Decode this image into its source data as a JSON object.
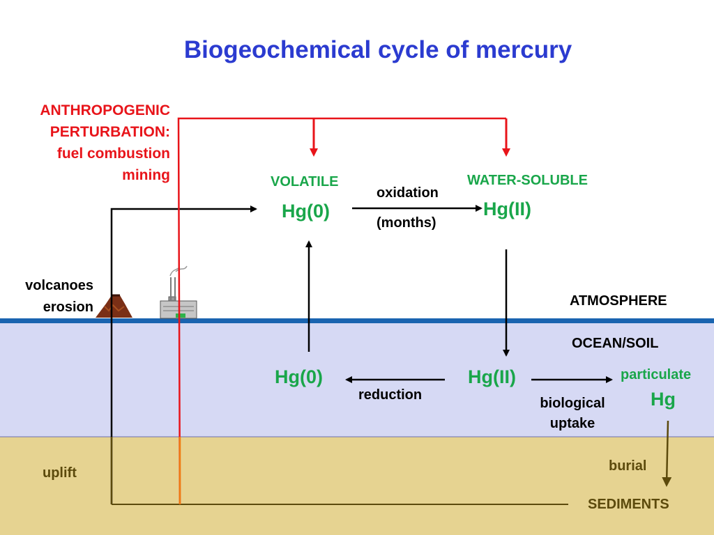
{
  "title": "Biogeochemical cycle of mercury",
  "anthropogenic": {
    "line1": "ANTHROPOGENIC",
    "line2": "PERTURBATION:",
    "line3": "fuel combustion",
    "line4": "mining"
  },
  "sources": {
    "line1": "volcanoes",
    "line2": "erosion"
  },
  "atmosphere": {
    "label": "ATMOSPHERE",
    "volatile_label": "VOLATILE",
    "volatile_species": "Hg(0)",
    "soluble_label": "WATER-SOLUBLE",
    "soluble_species": "Hg(II)",
    "oxidation": "oxidation",
    "oxidation_time": "(months)"
  },
  "ocean": {
    "label": "OCEAN/SOIL",
    "hg0": "Hg(0)",
    "hg2": "Hg(II)",
    "reduction": "reduction",
    "bio1": "biological",
    "bio2": "uptake",
    "particulate": "particulate",
    "particulate_hg": "Hg"
  },
  "sediments": {
    "label": "SEDIMENTS",
    "uplift": "uplift",
    "burial": "burial"
  },
  "colors": {
    "title": "#2b3bd0",
    "red": "#e8141a",
    "green": "#19a64a",
    "olive": "#5c4a0c",
    "ocean": "#d6d9f4",
    "sediment": "#e6d391",
    "surface": "#1a64b0"
  }
}
